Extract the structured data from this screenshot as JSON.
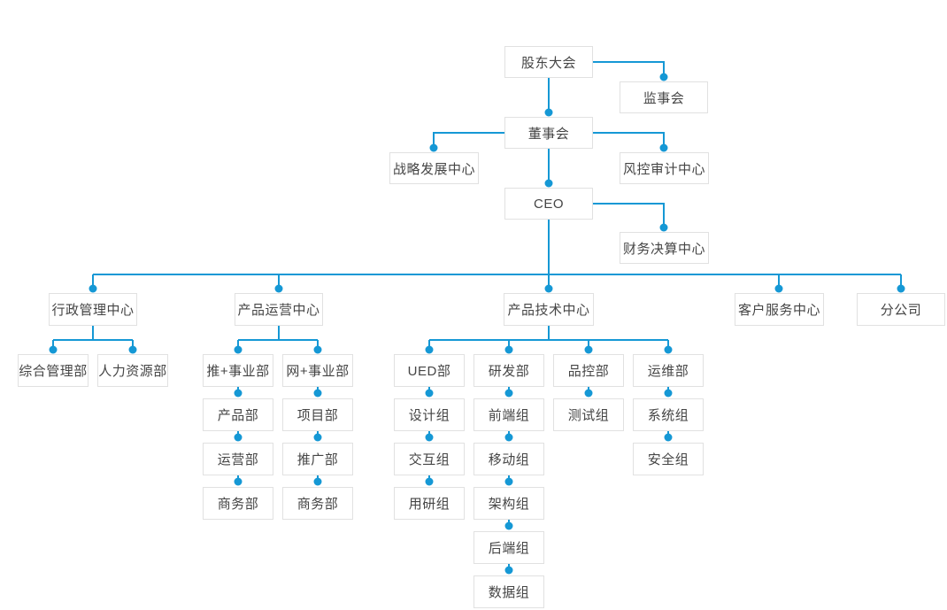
{
  "diagram": {
    "type": "org-chart",
    "language": "zh-CN"
  },
  "colors": {
    "connector_blue": "#1598d5",
    "box_border": "#e1e1e1",
    "box_background": "#ffffff",
    "text": "#454545"
  },
  "nodes": {
    "shareholders_meeting": "股东大会",
    "supervisory_board": "监事会",
    "board_of_directors": "董事会",
    "strategy_dev_center": "战略发展中心",
    "risk_audit_center": "风控审计中心",
    "ceo": "CEO",
    "finance_settlement_center": "财务决算中心",
    "admin_mgmt_center": "行政管理中心",
    "general_mgmt_dept": "综合管理部",
    "hr_dept": "人力资源部",
    "product_ops_center": "产品运营中心",
    "tui_plus_division": "推+事业部",
    "product_dept": "产品部",
    "operations_dept": "运营部",
    "business_dept_1": "商务部",
    "wang_plus_division": "网+事业部",
    "project_dept": "项目部",
    "promotion_dept": "推广部",
    "business_dept_2": "商务部",
    "product_tech_center": "产品技术中心",
    "ued_dept": "UED部",
    "design_team": "设计组",
    "interaction_team": "交互组",
    "user_research_team": "用研组",
    "rd_dept": "研发部",
    "frontend_team": "前端组",
    "mobile_team": "移动组",
    "architecture_team": "架构组",
    "backend_team": "后端组",
    "data_team": "数据组",
    "qc_dept": "品控部",
    "testing_team": "测试组",
    "ops_maintenance_dept": "运维部",
    "system_team": "系统组",
    "security_team": "安全组",
    "customer_service_center": "客户服务中心",
    "branch_company": "分公司"
  },
  "hierarchy": {
    "shareholders_meeting": {
      "supervisory_board": {},
      "board_of_directors": {
        "strategy_dev_center": {},
        "risk_audit_center": {},
        "ceo": {
          "finance_settlement_center": {},
          "admin_mgmt_center": {
            "general_mgmt_dept": {},
            "hr_dept": {}
          },
          "product_ops_center": {
            "tui_plus_division": {
              "product_dept": {
                "operations_dept": {
                  "business_dept_1": {}
                }
              }
            },
            "wang_plus_division": {
              "project_dept": {
                "promotion_dept": {
                  "business_dept_2": {}
                }
              }
            }
          },
          "product_tech_center": {
            "ued_dept": {
              "design_team": {
                "interaction_team": {
                  "user_research_team": {}
                }
              }
            },
            "rd_dept": {
              "frontend_team": {
                "mobile_team": {
                  "architecture_team": {
                    "backend_team": {
                      "data_team": {}
                    }
                  }
                }
              }
            },
            "qc_dept": {
              "testing_team": {}
            },
            "ops_maintenance_dept": {
              "system_team": {
                "security_team": {}
              }
            }
          },
          "customer_service_center": {},
          "branch_company": {}
        }
      }
    }
  }
}
